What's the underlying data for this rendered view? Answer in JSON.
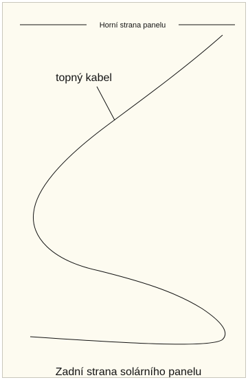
{
  "diagram": {
    "top_edge_label": "Horní strana panelu",
    "cable_label": "topný kabel",
    "bottom_caption": "Zadní strana solárního panelu"
  },
  "colors": {
    "panel_background": "#fdfbf0",
    "line": "#111111",
    "frame_border": "#c9c6bc"
  }
}
